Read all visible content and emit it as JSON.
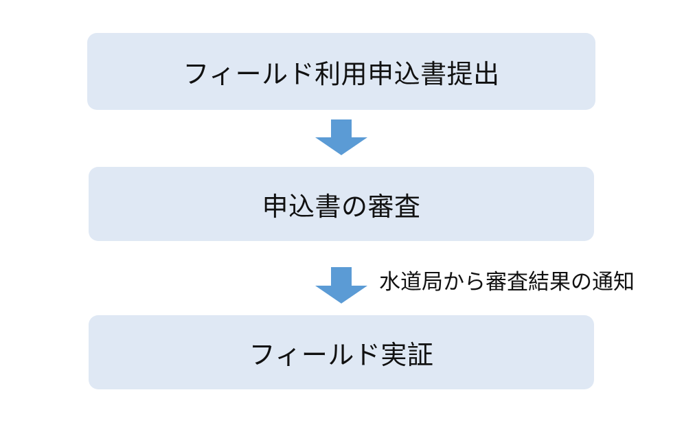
{
  "colors": {
    "box_fill": "#dfe8f4",
    "arrow_fill": "#5b9bd5",
    "text": "#111111"
  },
  "steps": [
    {
      "label": "フィールド利用申込書提出"
    },
    {
      "label": "申込書の審査"
    },
    {
      "label": "フィールド実証"
    }
  ],
  "arrows": [
    {
      "icon": "down-arrow-icon",
      "note": ""
    },
    {
      "icon": "down-arrow-icon",
      "note": "水道局から審査結果の通知"
    }
  ]
}
